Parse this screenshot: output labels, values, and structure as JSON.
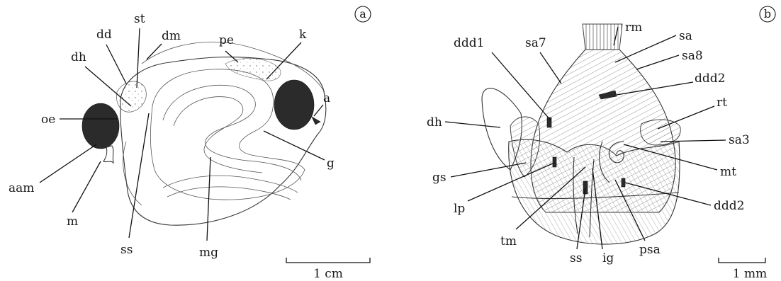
{
  "panel_a": {
    "letter": "a",
    "labels": {
      "dd": "dd",
      "st": "st",
      "dm": "dm",
      "pe": "pe",
      "k": "k",
      "dh": "dh",
      "a": "a",
      "oe": "oe",
      "g": "g",
      "aam": "aam",
      "m": "m",
      "ss": "ss",
      "mg": "mg"
    },
    "scale_label": "1 cm"
  },
  "panel_b": {
    "letter": "b",
    "labels": {
      "rm": "rm",
      "sa": "sa",
      "ddd1": "ddd1",
      "sa7": "sa7",
      "sa8": "sa8",
      "ddd2_top": "ddd2",
      "rt": "rt",
      "dh": "dh",
      "sa3": "sa3",
      "mt": "mt",
      "gs": "gs",
      "ddd2_bottom": "ddd2",
      "lp": "lp",
      "tm": "tm",
      "ss": "ss",
      "ig": "ig",
      "psa": "psa"
    },
    "scale_label": "1 mm"
  }
}
